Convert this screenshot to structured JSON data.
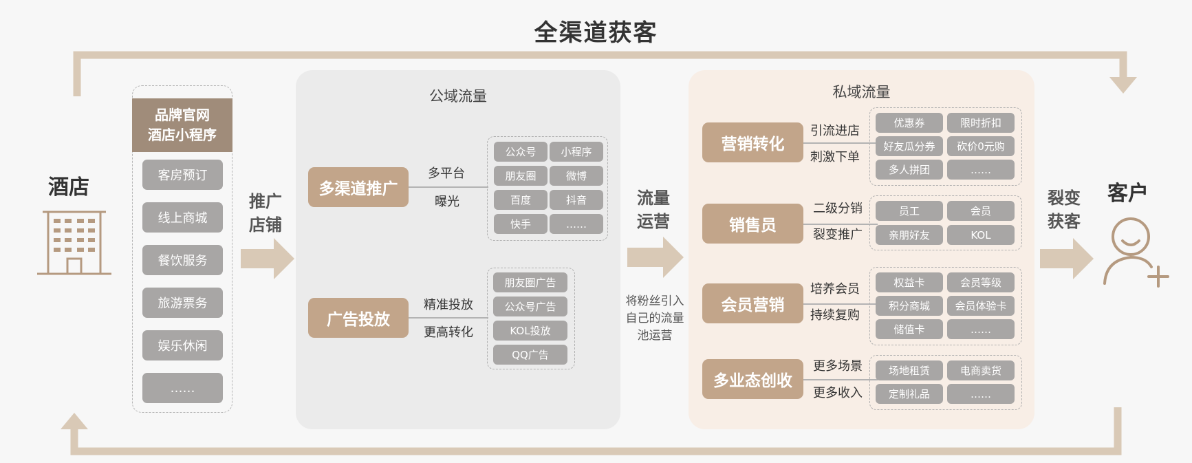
{
  "title": "全渠道获客",
  "hotel": {
    "label": "酒店",
    "brand_line1": "品牌官网",
    "brand_line2": "酒店小程序",
    "services": [
      "客房预订",
      "线上商城",
      "餐饮服务",
      "旅游票务",
      "娱乐休闲",
      "……"
    ]
  },
  "flow1": {
    "line1": "推广",
    "line2": "店铺"
  },
  "public_domain": {
    "title": "公域流量",
    "groups": [
      {
        "button": "多渠道推广",
        "text1": "多平台",
        "text2": "曝光",
        "chips": [
          "公众号",
          "小程序",
          "朋友圈",
          "微博",
          "百度",
          "抖音",
          "快手",
          "……"
        ]
      },
      {
        "button": "广告投放",
        "text1": "精准投放",
        "text2": "更高转化",
        "chips": [
          "朋友圈广告",
          "公众号广告",
          "KOL投放",
          "QQ广告"
        ]
      }
    ]
  },
  "flow2": {
    "line1": "流量",
    "line2": "运营",
    "note": [
      "将粉丝引入",
      "自己的流量",
      "池运营"
    ]
  },
  "private_domain": {
    "title": "私域流量",
    "groups": [
      {
        "button": "营销转化",
        "text1": "引流进店",
        "text2": "刺激下单",
        "chips": [
          "优惠券",
          "限时折扣",
          "好友瓜分券",
          "砍价0元购",
          "多人拼团",
          "……"
        ]
      },
      {
        "button": "销售员",
        "text1": "二级分销",
        "text2": "裂变推广",
        "chips": [
          "员工",
          "会员",
          "亲朋好友",
          "KOL"
        ]
      },
      {
        "button": "会员营销",
        "text1": "培养会员",
        "text2": "持续复购",
        "chips": [
          "权益卡",
          "会员等级",
          "积分商城",
          "会员体验卡",
          "储值卡",
          "……"
        ]
      },
      {
        "button": "多业态创收",
        "text1": "更多场景",
        "text2": "更多收入",
        "chips": [
          "场地租赁",
          "电商卖货",
          "定制礼品",
          "……"
        ]
      }
    ]
  },
  "flow3": {
    "line1": "裂变",
    "line2": "获客"
  },
  "customer": {
    "label": "客户"
  },
  "colors": {
    "accent": "#c2a58a",
    "arrow": "#d9c9b6",
    "chip": "#a8a6a5",
    "brand": "#a08c7a"
  }
}
